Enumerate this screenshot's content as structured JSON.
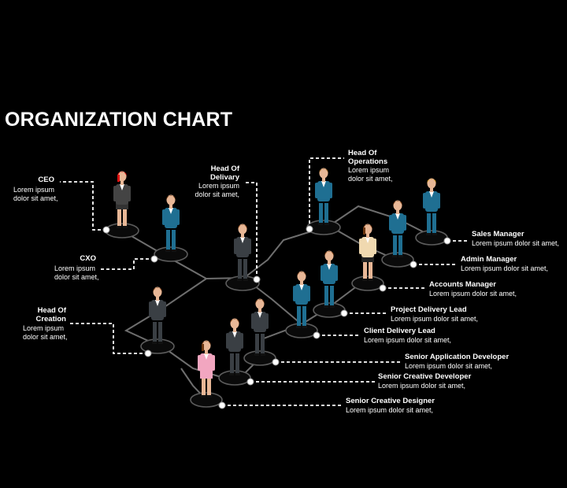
{
  "title": "ORGANIZATION CHART",
  "colors": {
    "background": "#000000",
    "text": "#ffffff",
    "lines": "#6e6e6e",
    "connector": "#ffffff",
    "suit_blue": "#1f6f92",
    "suit_grey": "#3a3f44"
  },
  "roles": [
    {
      "id": "ceo",
      "title": "CEO",
      "desc_1": "Lorem ipsum",
      "desc_2": "dolor sit amet,"
    },
    {
      "id": "cxo",
      "title": "CXO",
      "desc_1": "Lorem ipsum",
      "desc_2": "dolor sit amet,"
    },
    {
      "id": "hoc",
      "title_1": "Head Of",
      "title_2": "Creation",
      "desc_1": "Lorem ipsum",
      "desc_2": "dolor sit amet,"
    },
    {
      "id": "hod",
      "title_1": "Head Of",
      "title_2": "Delivary",
      "desc_1": "Lorem ipsum",
      "desc_2": "dolor sit amet,"
    },
    {
      "id": "hoo",
      "title_1": "Head Of",
      "title_2": "Operations",
      "desc_1": "Lorem ipsum",
      "desc_2": "dolor sit amet,"
    },
    {
      "id": "sm",
      "title": "Sales Manager",
      "desc": "Lorem ipsum dolor sit amet,"
    },
    {
      "id": "am",
      "title": "Admin Manager",
      "desc": "Lorem ipsum dolor sit amet,"
    },
    {
      "id": "acm",
      "title": "Accounts Manager",
      "desc": "Lorem ipsum dolor sit amet,"
    },
    {
      "id": "pdl",
      "title": "Project Delivery Lead",
      "desc": "Lorem ipsum dolor sit amet,"
    },
    {
      "id": "cdl",
      "title": "Client Delivery Lead",
      "desc": "Lorem ipsum dolor sit amet,"
    },
    {
      "id": "sad",
      "title": "Senior Application Developer",
      "desc": "Lorem ipsum dolor sit amet,"
    },
    {
      "id": "scd",
      "title": "Senior Creative Developer",
      "desc": "Lorem ipsum dolor sit amet,"
    },
    {
      "id": "scdz",
      "title": "Senior Creative Designer",
      "desc": "Lorem ipsum dolor sit amet,"
    }
  ]
}
